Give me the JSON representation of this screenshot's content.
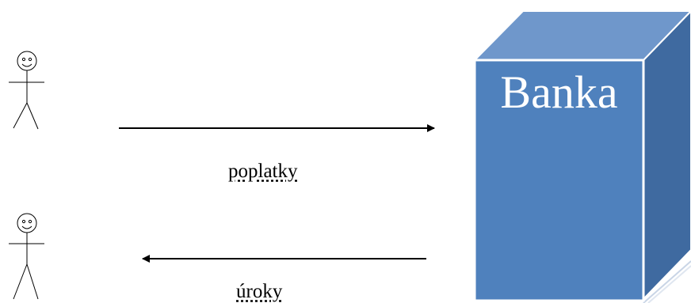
{
  "diagram": {
    "bank": {
      "name": "Banka",
      "colors": {
        "front": "#4f81bd",
        "top": "#6f97cb",
        "side": "#3f6aa0",
        "edge": "#ffffff"
      }
    },
    "arrows": {
      "fees": {
        "label": "poplatky",
        "direction": "right"
      },
      "interest": {
        "label": "úroky",
        "direction": "left"
      }
    },
    "persons": [
      {
        "icon": "stick-figure-icon"
      },
      {
        "icon": "stick-figure-icon"
      }
    ]
  }
}
